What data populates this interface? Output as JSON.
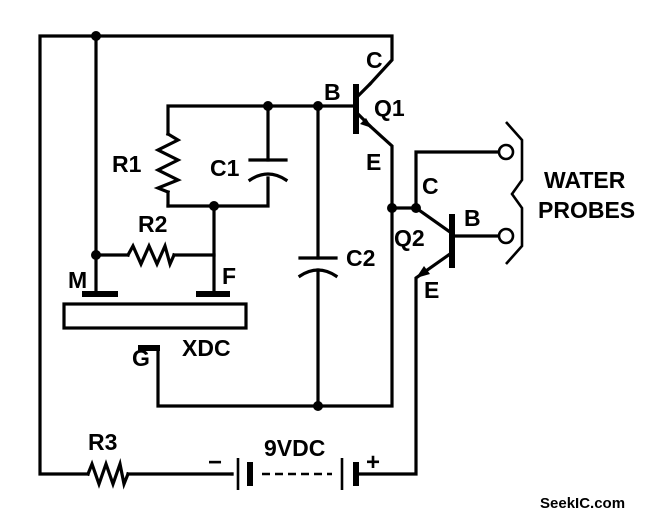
{
  "components": {
    "r1": "R1",
    "r2": "R2",
    "r3": "R3",
    "c1": "C1",
    "c2": "C2",
    "q1": "Q1",
    "q2": "Q2",
    "xdc": "XDC",
    "battery": "9VDC",
    "battery_neg": "−",
    "battery_pos": "+"
  },
  "transducer_pins": {
    "m": "M",
    "f": "F",
    "g": "G"
  },
  "q1_pins": {
    "b": "B",
    "c": "C",
    "e": "E"
  },
  "q2_pins": {
    "b": "B",
    "c": "C",
    "e": "E"
  },
  "probes": {
    "line1": "WATER",
    "line2": "PROBES"
  },
  "watermark": "SeekIC.com"
}
